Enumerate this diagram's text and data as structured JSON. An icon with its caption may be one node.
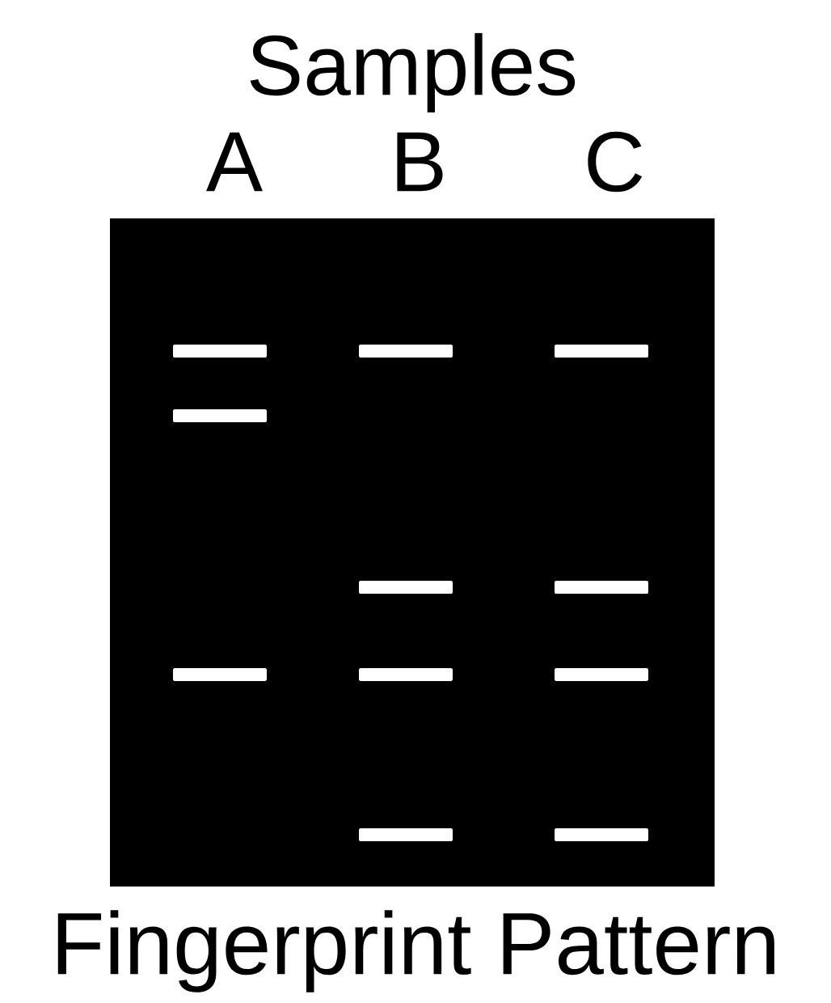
{
  "diagram": {
    "title": "Samples",
    "labels": [
      "A",
      "B",
      "C"
    ],
    "caption": "Fingerprint Pattern"
  }
}
